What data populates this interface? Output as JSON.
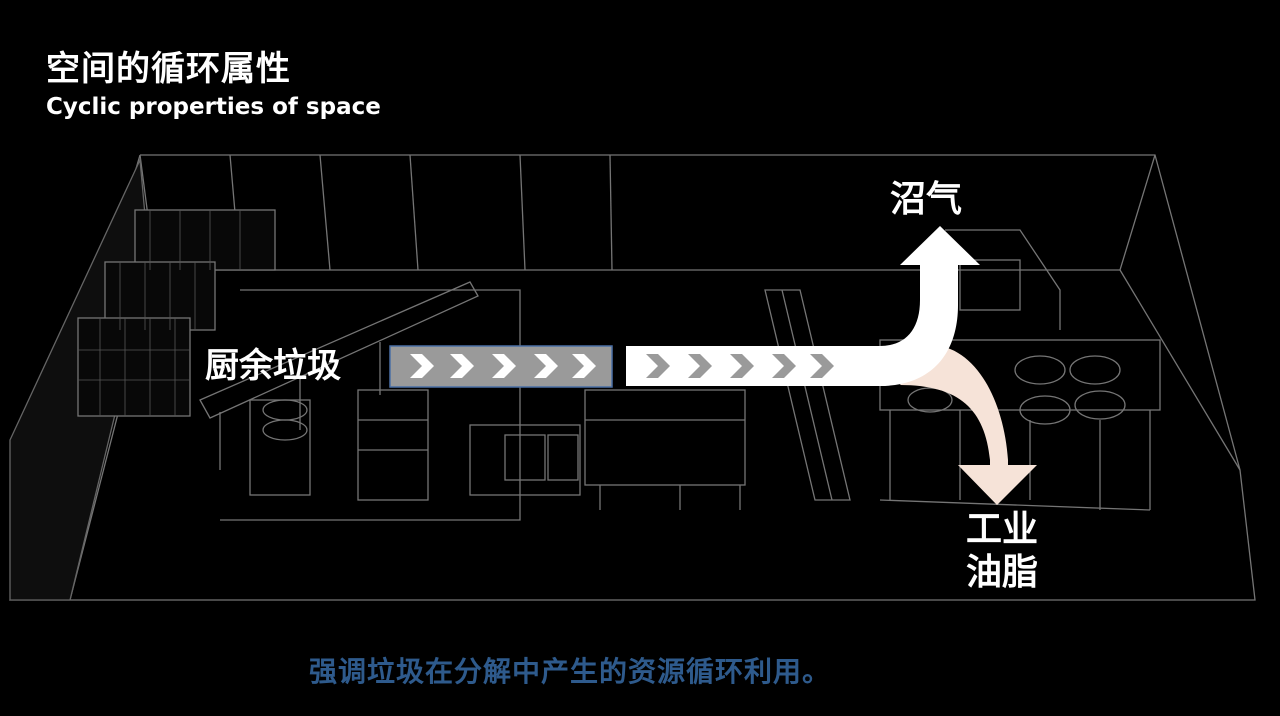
{
  "title": {
    "zh": "空间的循环属性",
    "en": "Cyclic properties of space"
  },
  "labels": {
    "input": "厨余垃圾",
    "output_gas": "沼气",
    "output_oil_line1": "工业",
    "output_oil_line2": "油脂"
  },
  "caption": "强调垃圾在分解中产生的资源循环利用。",
  "colors": {
    "background": "#000000",
    "wireframe": "#8a8a8a",
    "arrow_white": "#ffffff",
    "arrow_grey_box": "#9a9a9a",
    "arrow_peach": "#f6e3d8",
    "caption": "#2e5a8c"
  },
  "icons": {
    "chevron": "chevron-right-icon"
  }
}
